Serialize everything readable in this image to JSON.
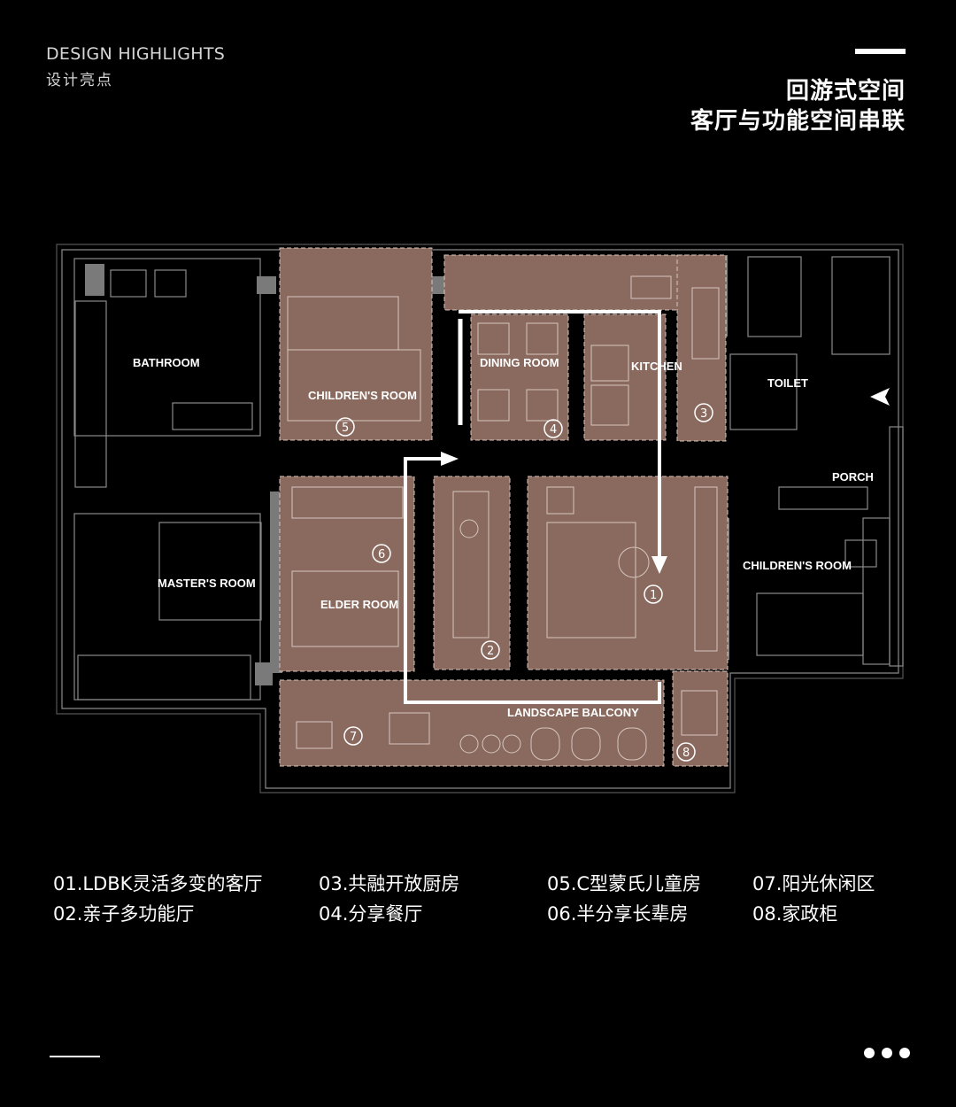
{
  "header": {
    "label_en": "DESIGN HIGHLIGHTS",
    "label_cn": "设计亮点",
    "title_line1": "回游式空间",
    "title_line2": "客厅与功能空间串联"
  },
  "plan": {
    "rooms": {
      "bathroom": "BATHROOM",
      "childrens_room_1": "CHILDREN'S ROOM",
      "dining_room": "DINING ROOM",
      "kitchen": "KITCHEN",
      "toilet": "TOILET",
      "porch": "PORCH",
      "childrens_room_2": "CHILDREN'S ROOM",
      "masters_room": "MASTER'S ROOM",
      "elder_room": "ELDER ROOM",
      "landscape_balcony": "LANDSCAPE BALCONY"
    },
    "markers": [
      "1",
      "2",
      "3",
      "4",
      "5",
      "6",
      "7",
      "8"
    ],
    "highlight_color": "#8a6a5f"
  },
  "legend": [
    "01.LDBK灵活多变的客厅",
    "02.亲子多功能厅",
    "03.共融开放厨房",
    "04.分享餐厅",
    "05.C型蒙氏儿童房",
    "06.半分享长辈房",
    "07.阳光休闲区",
    "08.家政柜"
  ]
}
